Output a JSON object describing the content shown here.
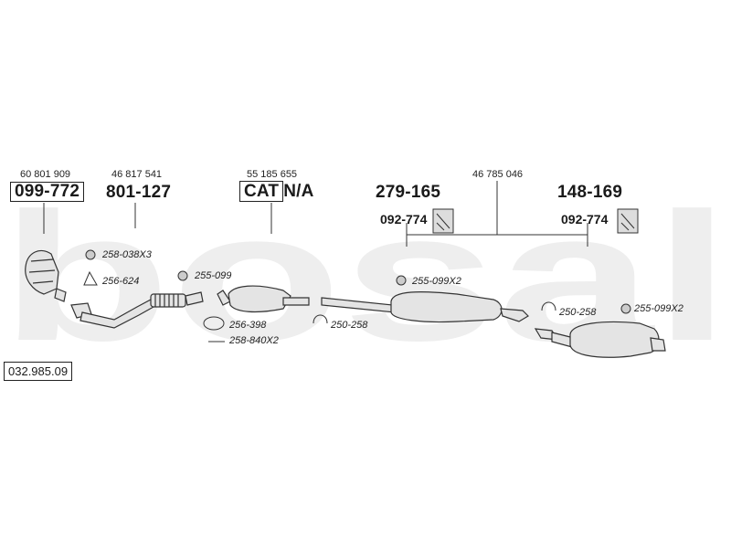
{
  "diagram": {
    "watermark": "bosal",
    "reference": "032.985.09",
    "colors": {
      "watermark": "#eeeeee",
      "line": "#333333",
      "part_fill": "#e4e4e4"
    },
    "parts": [
      {
        "oem": "60 801 909",
        "number": "099-772",
        "boxed": true
      },
      {
        "oem": "46 817 541",
        "number": "801-127",
        "boxed": false
      },
      {
        "oem": "55 185 655",
        "number": "CAT",
        "suffix": "N/A",
        "boxed": true
      },
      {
        "oem": "46 785 046"
      },
      {
        "number": "279-165",
        "mount": "092-774"
      },
      {
        "number": "148-169",
        "mount": "092-774"
      }
    ],
    "accessories": [
      {
        "code": "258-038X3",
        "icon": "nut-icon"
      },
      {
        "code": "256-624",
        "icon": "gasket-triangle-icon"
      },
      {
        "code": "255-099",
        "icon": "nut-icon"
      },
      {
        "code": "256-398",
        "icon": "gasket-oval-icon"
      },
      {
        "code": "258-840X2",
        "icon": "bolt-icon"
      },
      {
        "code": "250-258",
        "icon": "clamp-icon"
      },
      {
        "code": "255-099X2",
        "icon": "nut-icon"
      },
      {
        "code": "250-258",
        "icon": "clamp-icon"
      },
      {
        "code": "255-099X2",
        "icon": "nut-icon"
      }
    ]
  }
}
